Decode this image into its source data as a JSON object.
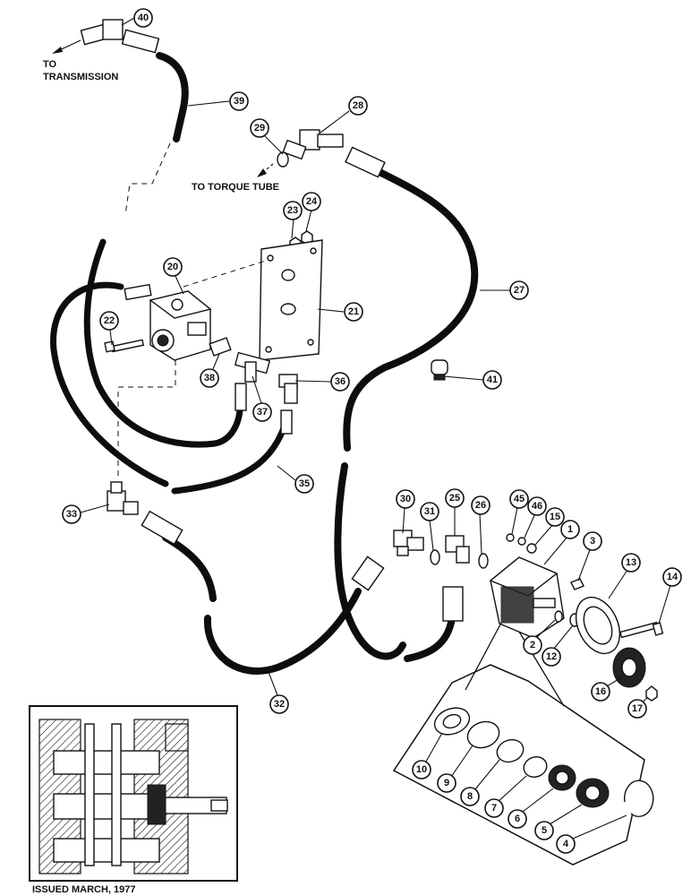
{
  "notes": {
    "to_transmission_1": "TO",
    "to_transmission_2": "TRANSMISSION",
    "to_torque_tube": "TO TORQUE TUBE",
    "issued": "ISSUED MARCH, 1977"
  },
  "callouts": {
    "c1": "1",
    "c2": "2",
    "c3": "3",
    "c4": "4",
    "c5": "5",
    "c6": "6",
    "c7": "7",
    "c8": "8",
    "c9": "9",
    "c10": "10",
    "c12": "12",
    "c13": "13",
    "c14": "14",
    "c15": "15",
    "c16": "16",
    "c17": "17",
    "c20": "20",
    "c21": "21",
    "c22": "22",
    "c23": "23",
    "c24": "24",
    "c25": "25",
    "c26": "26",
    "c27": "27",
    "c28": "28",
    "c29": "29",
    "c30": "30",
    "c31": "31",
    "c32": "32",
    "c33": "33",
    "c35": "35",
    "c36": "36",
    "c37": "37",
    "c38": "38",
    "c39": "39",
    "c40": "40",
    "c41": "41",
    "c45": "45",
    "c46": "46"
  }
}
